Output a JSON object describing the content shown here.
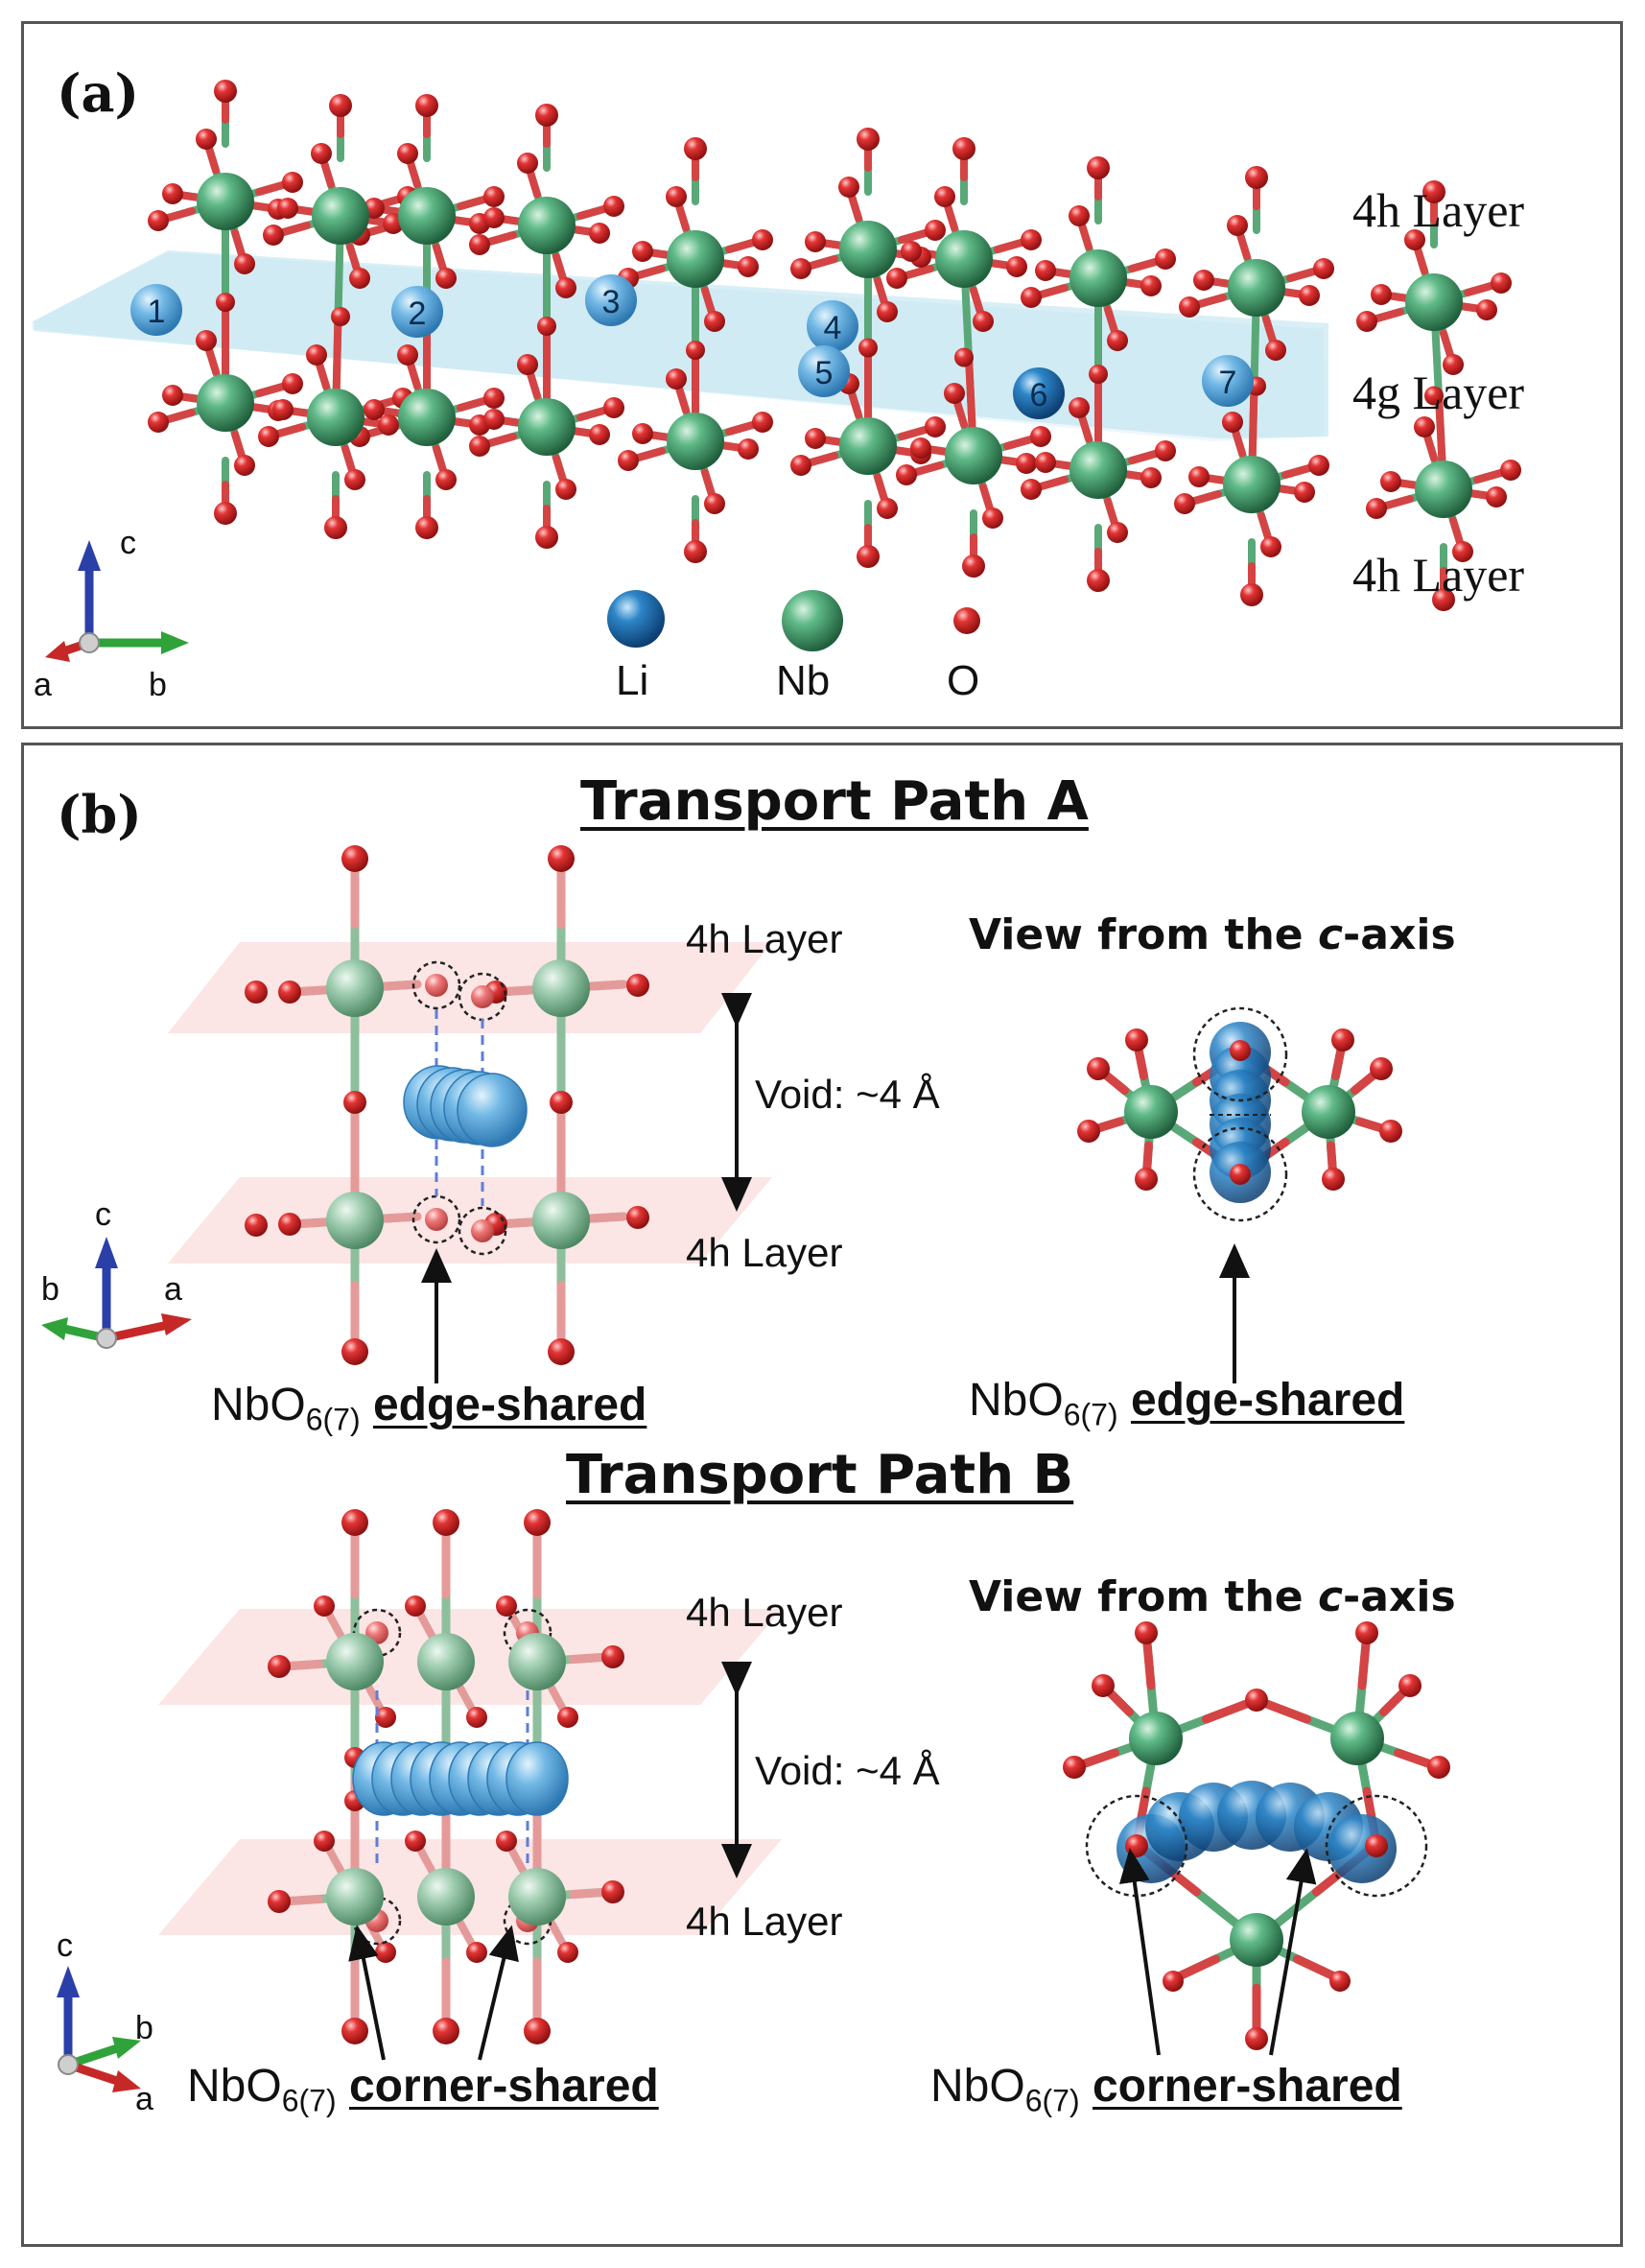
{
  "panel_a": {
    "label": "(a)",
    "layer_top": "4h Layer",
    "layer_middle": "4g Layer",
    "layer_bottom": "4h Layer",
    "sites": [
      "1",
      "2",
      "3",
      "4",
      "5",
      "6",
      "7"
    ],
    "legend": {
      "li": "Li",
      "nb": "Nb",
      "o": "O"
    },
    "axes": {
      "c": "c",
      "a": "a",
      "b": "b"
    }
  },
  "panel_b": {
    "label": "(b)",
    "path_a": {
      "title": "Transport Path A",
      "layer_top": "4h Layer",
      "layer_bottom": "4h Layer",
      "void": "Void: ~4 Å",
      "view_title_prefix": "View from the ",
      "view_title_axis": "c",
      "view_title_suffix": "-axis",
      "caption_base": "NbO",
      "caption_sub": "6(7)",
      "caption_share": "edge-shared",
      "axes": {
        "c": "c",
        "b": "b",
        "a": "a"
      }
    },
    "path_b": {
      "title": "Transport Path B",
      "layer_top": "4h Layer",
      "layer_bottom": "4h Layer",
      "void": "Void: ~4 Å",
      "view_title_prefix": "View from the ",
      "view_title_axis": "c",
      "view_title_suffix": "-axis",
      "caption_base": "NbO",
      "caption_sub": "6(7)",
      "caption_share": "corner-shared",
      "axes": {
        "c": "c",
        "b": "b",
        "a": "a"
      }
    }
  },
  "colors": {
    "nb": "#3e9c6a",
    "o": "#d8262a",
    "li": "#2d86c8",
    "plane_blue": "#b9e1ef",
    "plane_pink": "#f9dada",
    "axis_c": "#2b3fa8",
    "axis_b": "#2fa33a",
    "axis_a": "#c62828"
  }
}
